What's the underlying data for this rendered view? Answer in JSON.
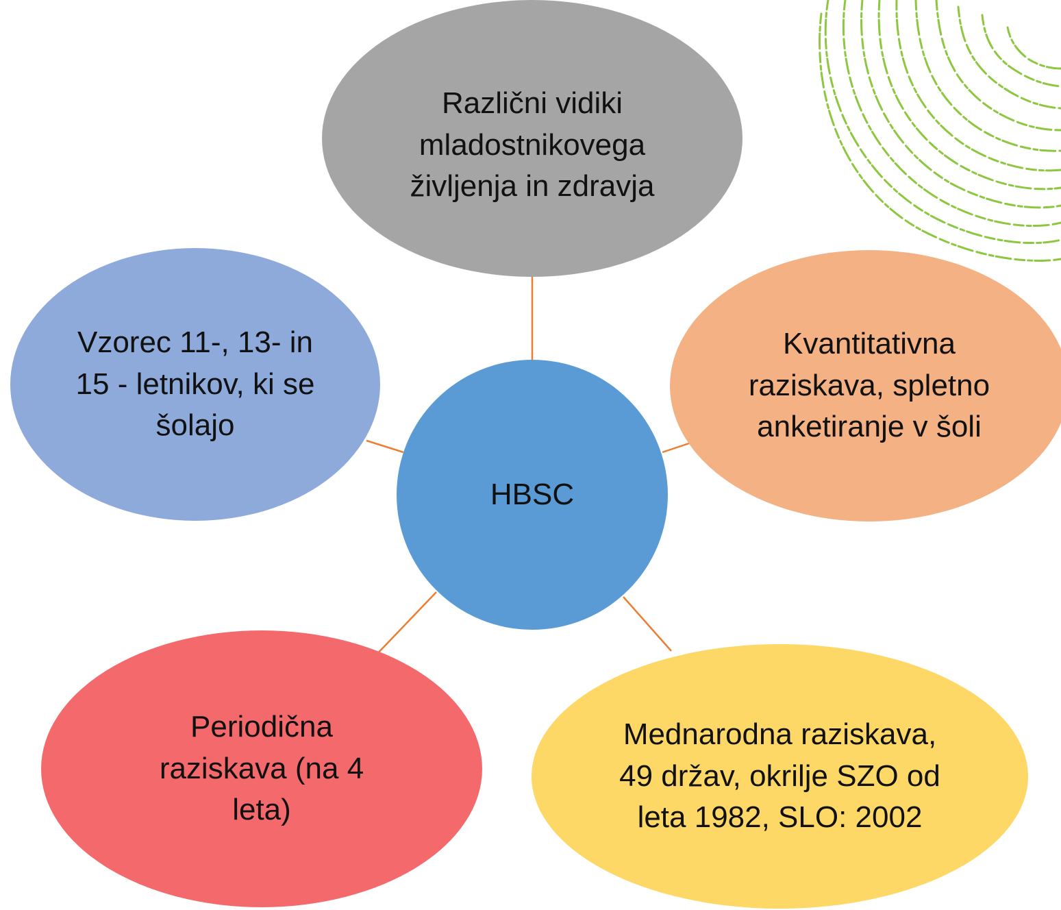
{
  "diagram": {
    "center": {
      "label": "HBSC",
      "color": "#5b9bd5"
    },
    "nodes": [
      {
        "id": "top",
        "label": "Različni vidiki mladostnikovega življenja in zdravja",
        "color": "#a5a5a5"
      },
      {
        "id": "right",
        "label": "Kvantitativna raziskava, spletno anketiranje v šoli",
        "color": "#f4b183"
      },
      {
        "id": "bottom_right",
        "label": "Mednarodna raziskava, 49 držav, okrilje SZO od leta 1982, SLO: 2002",
        "color": "#fdd867"
      },
      {
        "id": "bottom_left",
        "label": "Periodična raziskava (na 4 leta)",
        "color": "#f4696b"
      },
      {
        "id": "left",
        "label": "Vzorec 11-, 13- in 15 - letnikov, ki se šolajo",
        "color": "#8eaadb"
      }
    ],
    "connector_color": "#ed7d31",
    "decoration_color": "#8dc63f"
  }
}
